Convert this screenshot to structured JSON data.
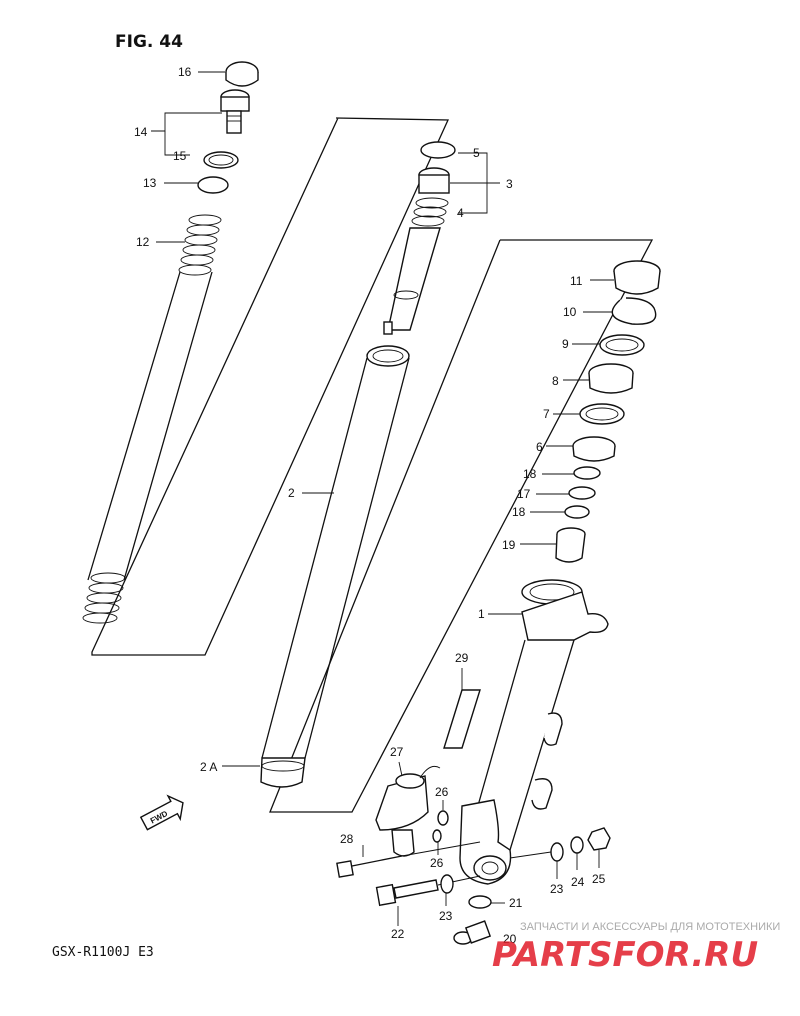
{
  "figure": {
    "title": "FIG. 44",
    "model": "GSX-R1100J  E3",
    "fwd_label": "FWD"
  },
  "parts": {
    "p1": "1",
    "p2": "2",
    "p2a": "2 A",
    "p3": "3",
    "p4": "4",
    "p5": "5",
    "p6": "6",
    "p7": "7",
    "p8": "8",
    "p9": "9",
    "p10": "10",
    "p11": "11",
    "p12": "12",
    "p13": "13",
    "p14": "14",
    "p15": "15",
    "p16": "16",
    "p17": "17",
    "p18a": "18",
    "p18b": "18",
    "p19": "19",
    "p20": "20",
    "p21": "21",
    "p22": "22",
    "p23a": "23",
    "p23b": "23",
    "p24": "24",
    "p25": "25",
    "p26a": "26",
    "p26b": "26",
    "p27": "27",
    "p28": "28",
    "p29": "29"
  },
  "watermark": {
    "caption": "ЗАПЧАСТИ И АКСЕССУАРЫ ДЛЯ МОТОТЕХНИКИ",
    "brand": "PARTSFOR.RU"
  },
  "colors": {
    "ink": "#111111",
    "watermark_red": "#e11d2a",
    "watermark_grey": "#aaaaaa"
  }
}
